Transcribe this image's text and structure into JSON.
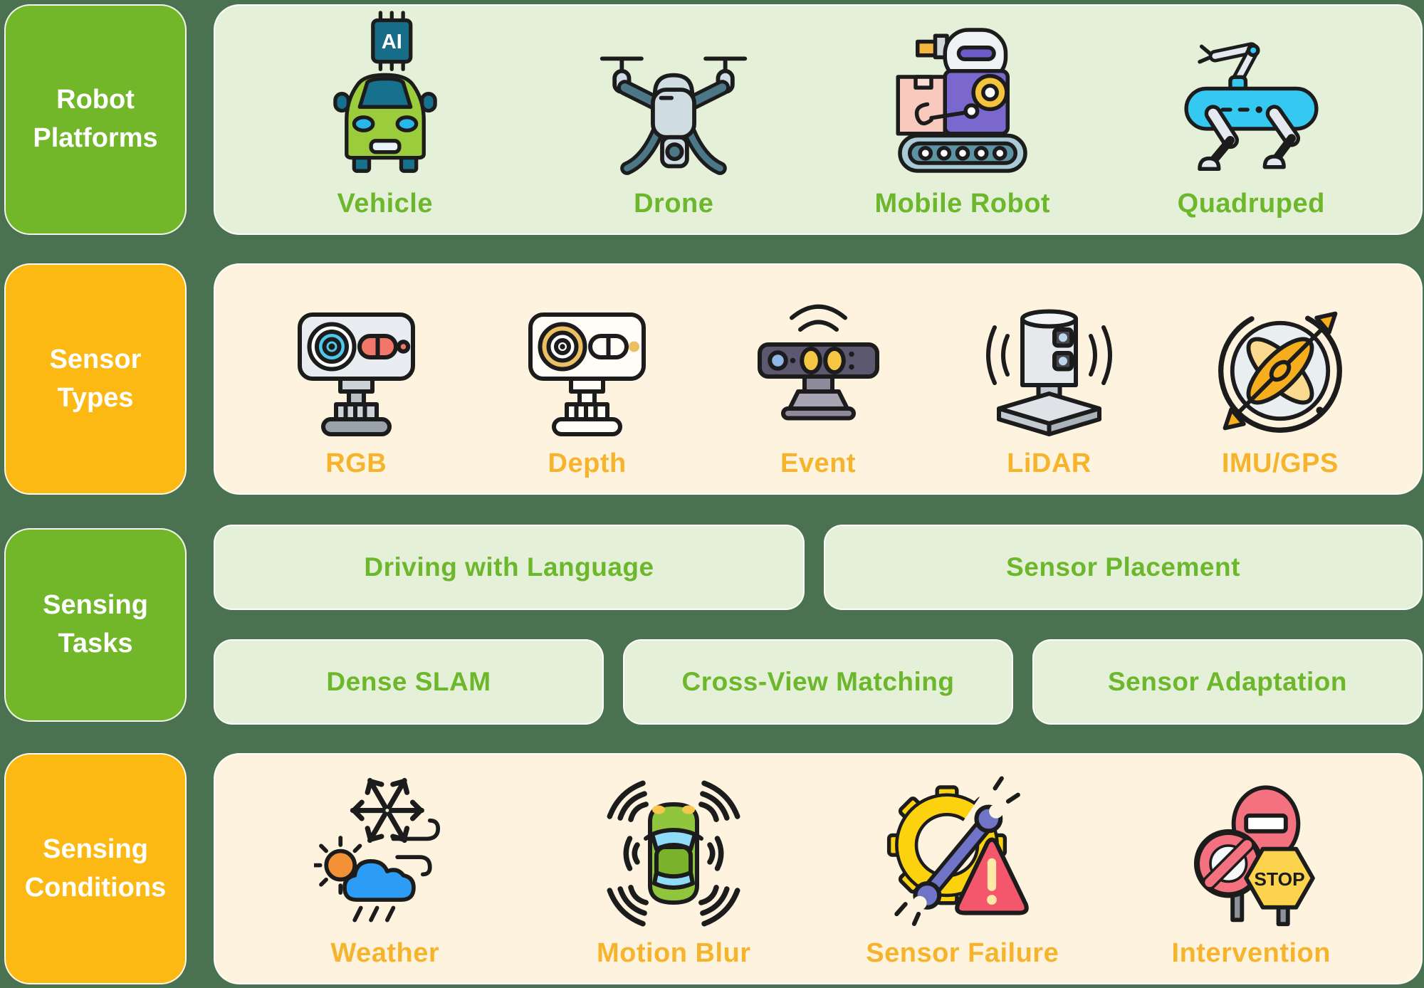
{
  "colors": {
    "page_background": "#4a7150",
    "green_label_bg": "#72b62a",
    "orange_label_bg": "#fcb813",
    "green_panel_bg": "#e5f0d8",
    "cream_panel_bg": "#fdf3de",
    "green_text": "#6cb72c",
    "orange_text": "#f6b42d",
    "label_text": "#ffffff"
  },
  "rows": {
    "platforms": {
      "label": "Robot Platforms",
      "items": [
        {
          "label": "Vehicle",
          "icon": "vehicle-icon"
        },
        {
          "label": "Drone",
          "icon": "drone-icon"
        },
        {
          "label": "Mobile Robot",
          "icon": "mobile-robot-icon"
        },
        {
          "label": "Quadruped",
          "icon": "quadruped-icon"
        }
      ]
    },
    "sensors": {
      "label": "Sensor Types",
      "items": [
        {
          "label": "RGB",
          "icon": "rgb-camera-icon"
        },
        {
          "label": "Depth",
          "icon": "depth-camera-icon"
        },
        {
          "label": "Event",
          "icon": "event-camera-icon"
        },
        {
          "label": "LiDAR",
          "icon": "lidar-icon"
        },
        {
          "label": "IMU/GPS",
          "icon": "imu-gps-icon"
        }
      ]
    },
    "tasks": {
      "label": "Sensing Tasks",
      "top": [
        {
          "label": "Driving with Language"
        },
        {
          "label": "Sensor Placement"
        }
      ],
      "bottom": [
        {
          "label": "Dense SLAM"
        },
        {
          "label": "Cross-View Matching"
        },
        {
          "label": "Sensor Adaptation"
        }
      ]
    },
    "conditions": {
      "label": "Sensing Conditions",
      "items": [
        {
          "label": "Weather",
          "icon": "weather-icon"
        },
        {
          "label": "Motion Blur",
          "icon": "motion-blur-icon"
        },
        {
          "label": "Sensor Failure",
          "icon": "sensor-failure-icon"
        },
        {
          "label": "Intervention",
          "icon": "intervention-icon"
        }
      ]
    }
  },
  "icon_text": {
    "ai_chip": "AI",
    "stop_sign": "STOP"
  }
}
